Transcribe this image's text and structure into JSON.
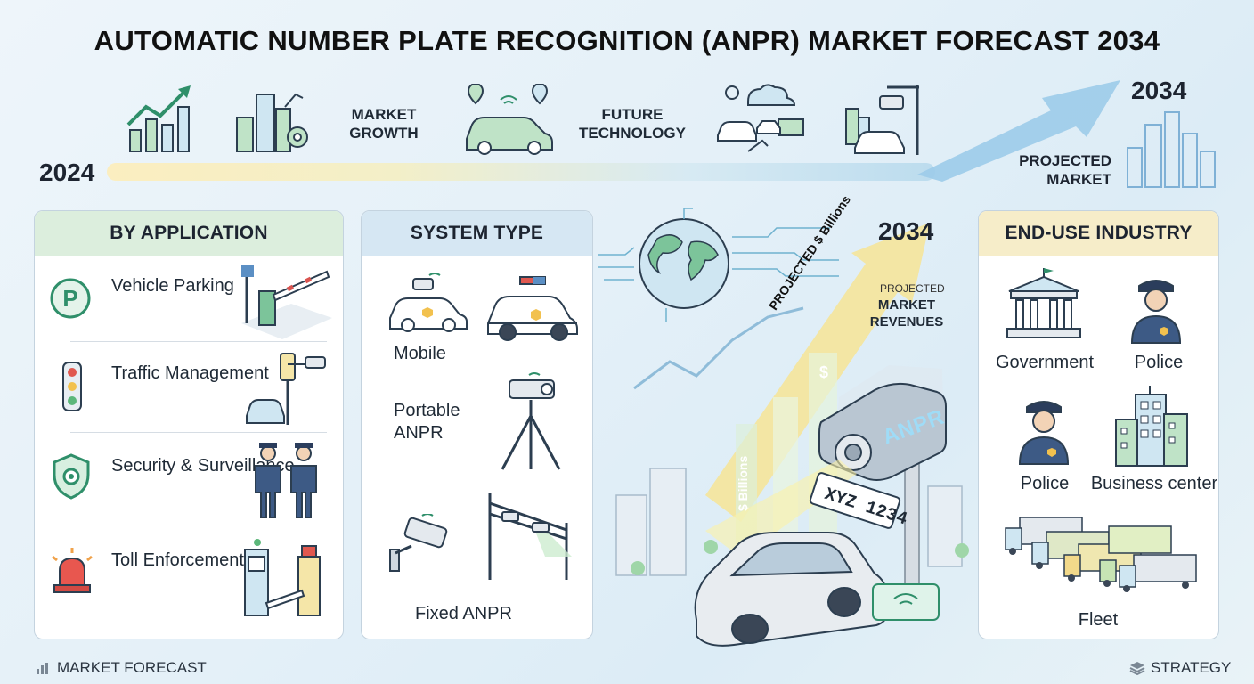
{
  "title": "AUTOMATIC NUMBER PLATE RECOGNITION (ANPR) MARKET FORECAST 2034",
  "timeline": {
    "start_year": "2024",
    "end_year": "2034",
    "market_growth": "MARKET GROWTH",
    "future_technology": "FUTURE TECHNOLOGY",
    "projected_market": "PROJECTED MARKET"
  },
  "application": {
    "heading": "BY APPLICATION",
    "header_color": "#dceedd",
    "items": [
      {
        "label": "Vehicle Parking"
      },
      {
        "label": "Traffic Management"
      },
      {
        "label": "Security & Surveillance"
      },
      {
        "label": "Toll Enforcement"
      }
    ]
  },
  "system_type": {
    "heading": "SYSTEM TYPE",
    "header_color": "#d6e7f3",
    "items": [
      {
        "label": "Mobile"
      },
      {
        "label": "Portable ANPR"
      },
      {
        "label": "Fixed ANPR"
      }
    ]
  },
  "center": {
    "year": "2034",
    "arrow_label": "PROJECTED $ Billions",
    "projected": "PROJECTED",
    "market_revenues": "MARKET REVENUES",
    "billions_label": "$ Billions",
    "dollar": "$",
    "camera_label": "ANPR",
    "plate": "XYZ 1234"
  },
  "end_use": {
    "heading": "END-USE INDUSTRY",
    "header_color": "#f6edc9",
    "items": [
      {
        "label": "Government"
      },
      {
        "label": "Police"
      },
      {
        "label": "Police"
      },
      {
        "label": "Business center"
      },
      {
        "label": "Fleet"
      }
    ]
  },
  "footer": {
    "left": "MARKET FORECAST",
    "right": "STRATEGY"
  },
  "colors": {
    "accent_green": "#2f8f6a",
    "accent_blue": "#5b8fc4",
    "arrow_blue": "#8fc2e6",
    "arrow_yellow": "#f5e49a"
  }
}
